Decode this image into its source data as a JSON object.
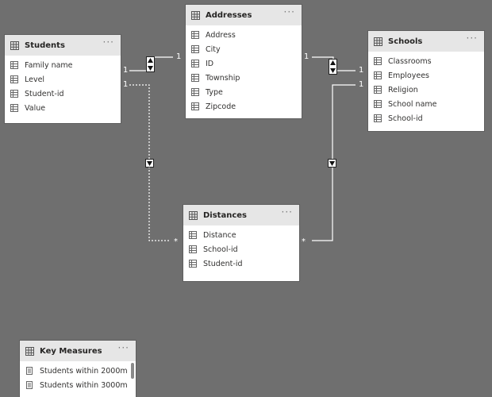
{
  "tables": {
    "students": {
      "title": "Students",
      "fields": [
        "Family name",
        "Level",
        "Student-id",
        "Value"
      ]
    },
    "addresses": {
      "title": "Addresses",
      "fields": [
        "Address",
        "City",
        "ID",
        "Township",
        "Type",
        "Zipcode"
      ]
    },
    "schools": {
      "title": "Schools",
      "fields": [
        "Classrooms",
        "Employees",
        "Religion",
        "School name",
        "School-id"
      ]
    },
    "distances": {
      "title": "Distances",
      "fields": [
        "Distance",
        "School-id",
        "Student-id"
      ]
    },
    "key_measures": {
      "title": "Key Measures",
      "fields": [
        "Students within 2000m",
        "Students within 3000m"
      ]
    }
  },
  "more_label": "···",
  "relationships": {
    "students_addresses": {
      "from_card": "1",
      "to_card": "1"
    },
    "addresses_schools": {
      "from_card": "1",
      "to_card": "1"
    },
    "students_distances": {
      "from_card": "1",
      "to_card": "*"
    },
    "schools_distances": {
      "from_card": "1",
      "to_card": "*"
    }
  },
  "colors": {
    "canvas": "#6f6f6f",
    "header": "#e6e6e6",
    "line": "#ffffff"
  },
  "icons": {
    "table": "table-icon",
    "column": "column-icon",
    "measure": "measure-icon"
  }
}
